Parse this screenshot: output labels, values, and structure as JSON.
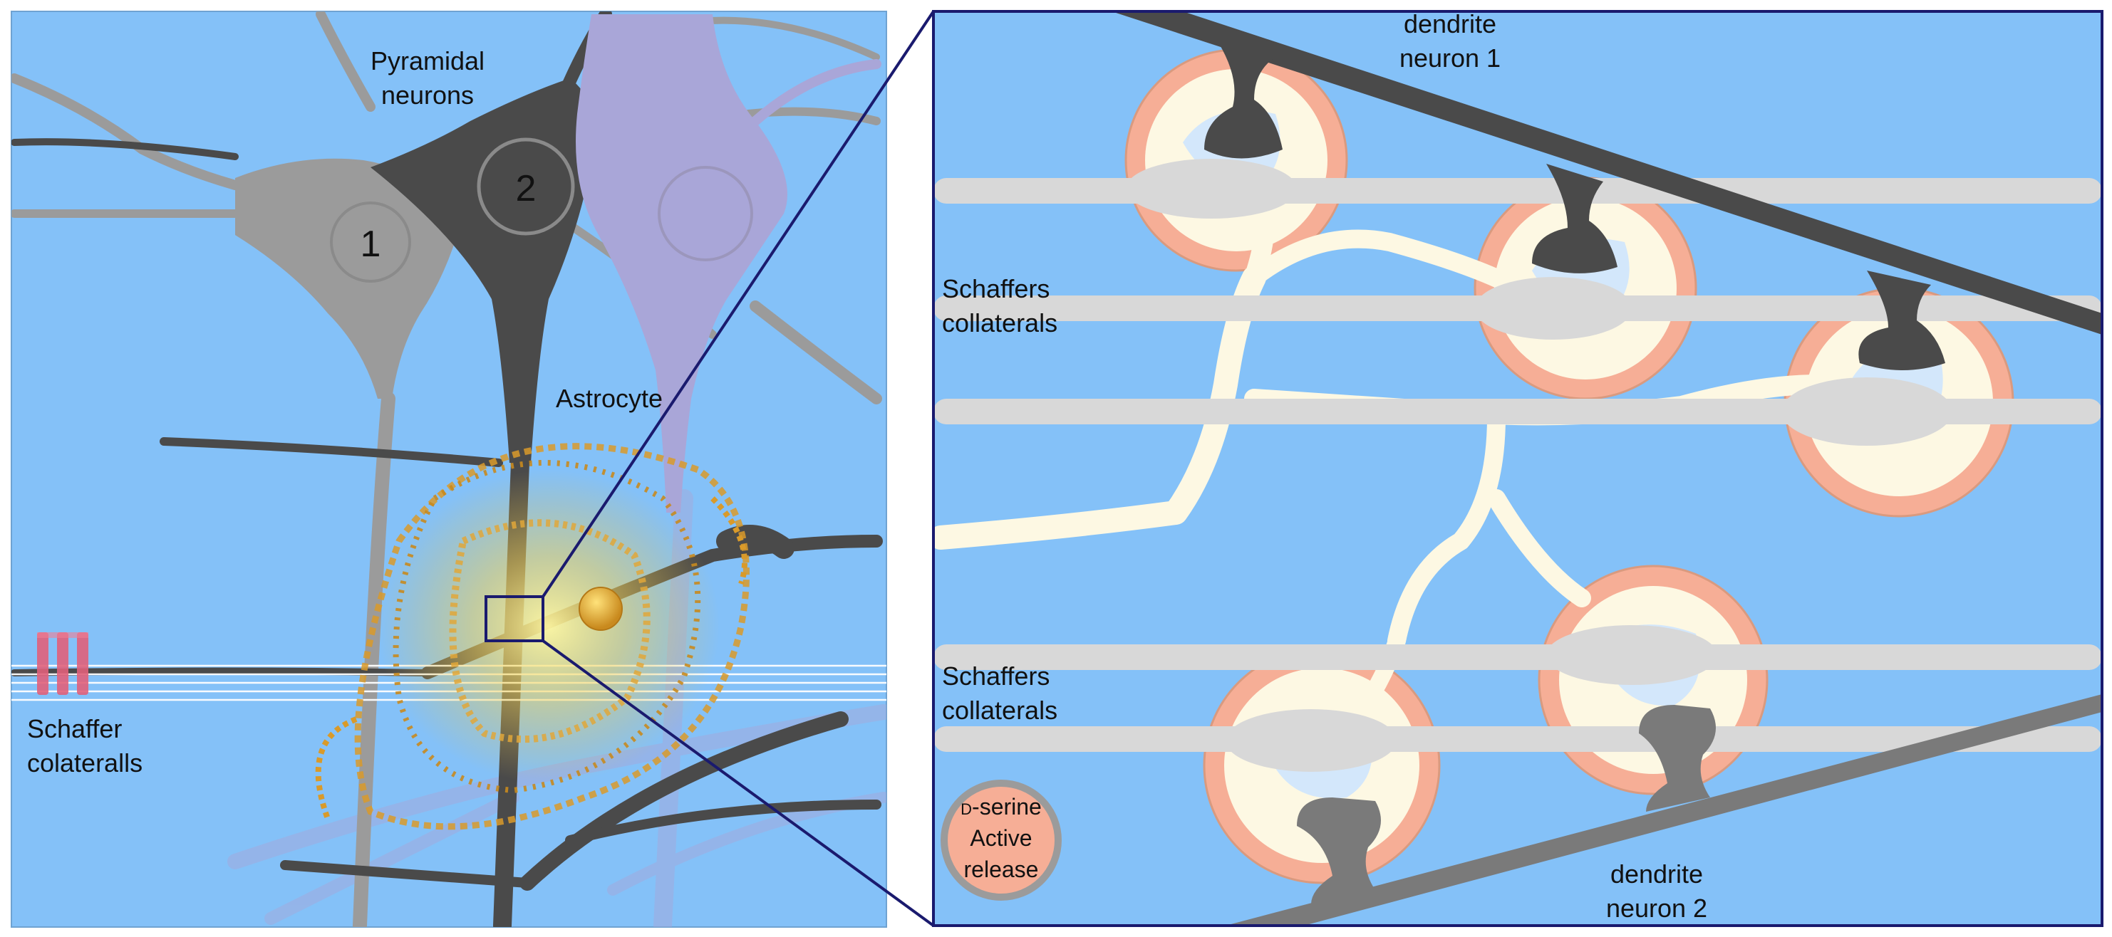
{
  "left_panel": {
    "pyramidal_label_line1": "Pyramidal",
    "pyramidal_label_line2": "neurons",
    "neuron_1_number": "1",
    "neuron_2_number": "2",
    "astrocyte_label": "Astrocyte",
    "schaffer_label_line1": "Schaffer",
    "schaffer_label_line2": "colateralls"
  },
  "right_panel": {
    "dendrite1_label_line1": "dendrite",
    "dendrite1_label_line2": "neuron 1",
    "dendrite2_label_line1": "dendrite",
    "dendrite2_label_line2": "neuron 2",
    "schaffers_top_line1": "Schaffers",
    "schaffers_top_line2": "collaterals",
    "schaffers_bottom_line1": "Schaffers",
    "schaffers_bottom_line2": "collaterals",
    "legend_prefix_d": "D",
    "legend_line1_rest": "-serine",
    "legend_line2": "Active",
    "legend_line3": "release"
  },
  "colors": {
    "background_blue": "#84c1f8",
    "panel_border": "#1a1a6e",
    "neuron_light_gray": "#9b9b9b",
    "neuron_dark_gray": "#4a4a4a",
    "neuron_lavender": "#a9a6d8",
    "astrocyte_gold": "#d99a2a",
    "axon_light_gray": "#d8d8d8",
    "astrocyte_process_cream": "#fdf8e3",
    "dserine_salmon": "#f6ae96",
    "receptor_pale_blue": "#d3e7fb"
  }
}
